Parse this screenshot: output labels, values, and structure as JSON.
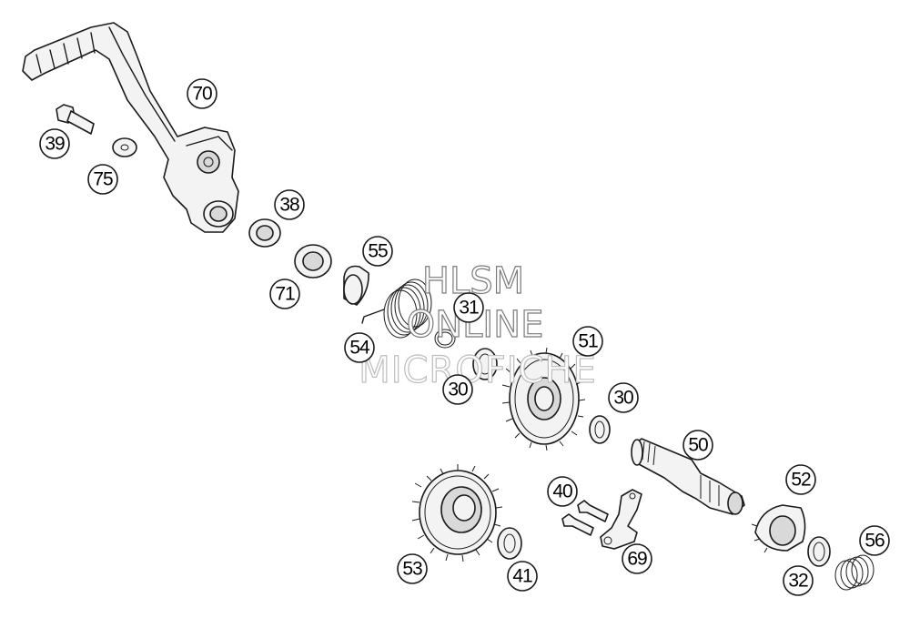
{
  "watermark": {
    "line1": "HLSM",
    "line2": "ONLINE",
    "line3": "MICROFICHE"
  },
  "callouts": {
    "c70": "70",
    "c39": "39",
    "c75": "75",
    "c38": "38",
    "c71": "71",
    "c55": "55",
    "c31": "31",
    "c54": "54",
    "c30a": "30",
    "c51": "51",
    "c30b": "30",
    "c50": "50",
    "c40": "40",
    "c52": "52",
    "c53": "53",
    "c69": "69",
    "c41": "41",
    "c32": "32",
    "c56": "56"
  }
}
